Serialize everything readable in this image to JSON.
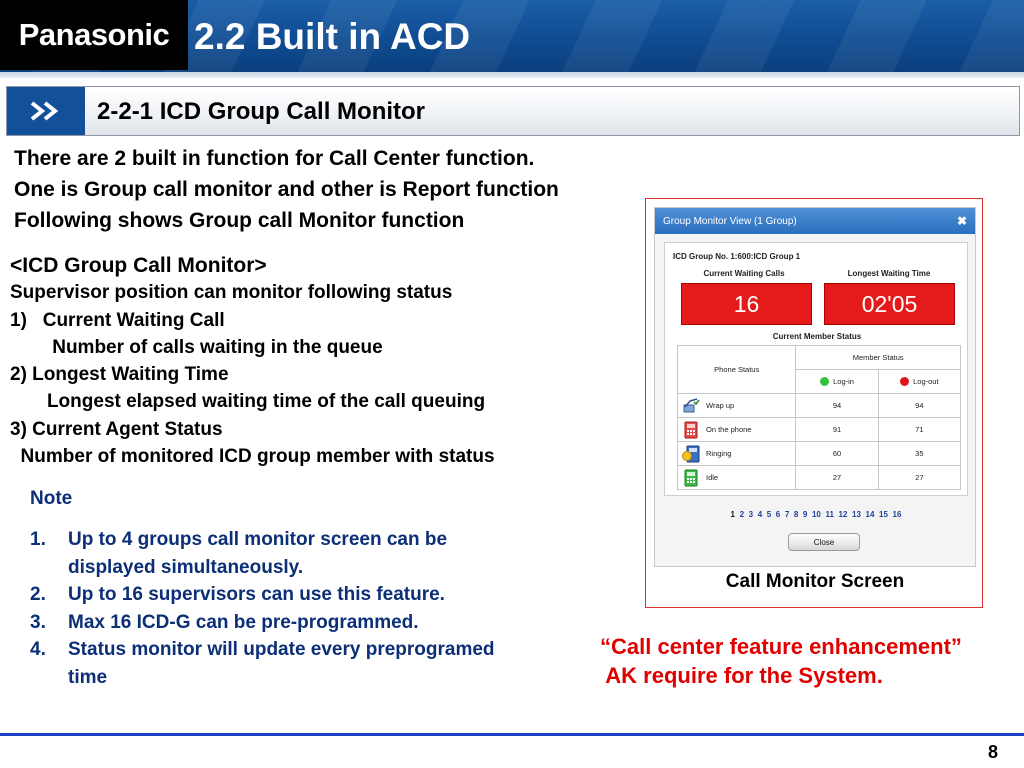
{
  "header": {
    "logo": "Panasonic",
    "title": "2.2 Built in ACD"
  },
  "subheader": {
    "title": "2-2-1 ICD Group Call Monitor"
  },
  "intro": [
    "There are 2 built in function for Call Center function.",
    "One is Group call monitor and other is Report function",
    "Following shows Group call Monitor function"
  ],
  "features": {
    "heading": "<ICD Group Call Monitor>",
    "lines": [
      "Supervisor position can monitor following status",
      "1)   Current Waiting Call",
      "        Number of calls waiting in the queue",
      "2) Longest Waiting Time",
      "       Longest elapsed waiting time of the call queuing",
      "3) Current Agent Status",
      "  Number of monitored ICD group member with status"
    ]
  },
  "notes": {
    "title": "Note",
    "items": [
      {
        "num": "1.",
        "text": "Up to 4 groups call monitor screen can be displayed  simultaneously."
      },
      {
        "num": "2.",
        "text": "Up to 16 supervisors can use this feature."
      },
      {
        "num": "3.",
        "text": "Max 16 ICD-G can be pre-programmed."
      },
      {
        "num": "4.",
        "text": "Status monitor will update every preprogramed time"
      }
    ]
  },
  "monitor": {
    "window_title": "Group Monitor View (1 Group)",
    "close_x": "✖",
    "group_label": "ICD Group No. 1:600:ICD Group 1",
    "current_waiting_label": "Current Waiting Calls",
    "longest_waiting_label": "Longest Waiting Time",
    "current_waiting_value": "16",
    "longest_waiting_value": "02'05",
    "member_status_label": "Current Member Status",
    "phone_status_header": "Phone Status",
    "member_status_header": "Member Status",
    "login_label": "Log-in",
    "logout_label": "Log-out",
    "rows": [
      {
        "status": "Wrap up",
        "login": "94",
        "logout": "94",
        "icon": "wrap-up-icon"
      },
      {
        "status": "On the phone",
        "login": "91",
        "logout": "71",
        "icon": "on-phone-icon"
      },
      {
        "status": "Ringing",
        "login": "60",
        "logout": "35",
        "icon": "ringing-icon"
      },
      {
        "status": "Idle",
        "login": "27",
        "logout": "27",
        "icon": "idle-icon"
      }
    ],
    "pages": [
      "1",
      "2",
      "3",
      "4",
      "5",
      "6",
      "7",
      "8",
      "9",
      "10",
      "11",
      "12",
      "13",
      "14",
      "15",
      "16"
    ],
    "current_page": "1",
    "close_button": "Close",
    "caption": "Call Monitor Screen"
  },
  "red_note": [
    "“Call center feature enhancement”",
    " AK require for the System."
  ],
  "page_number": "8",
  "colors": {
    "brand_blue": "#0f4c92",
    "accent_red": "#e00000",
    "note_blue": "#0c2f78"
  }
}
